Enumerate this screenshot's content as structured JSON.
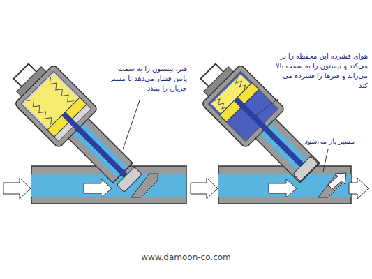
{
  "diagram": {
    "labels": [
      "فنر، پیستون را به سمت پایین فشار می‌دهد تا مسیر جریان را ببندد",
      "هوای فشرده این محفظه را پر می‌کند و پیستون را به سمت بالا می‌راند و فنرها را فشرده می کند",
      "مسیر باز می‌شود",
      "www.damoon-co.com"
    ]
  }
}
